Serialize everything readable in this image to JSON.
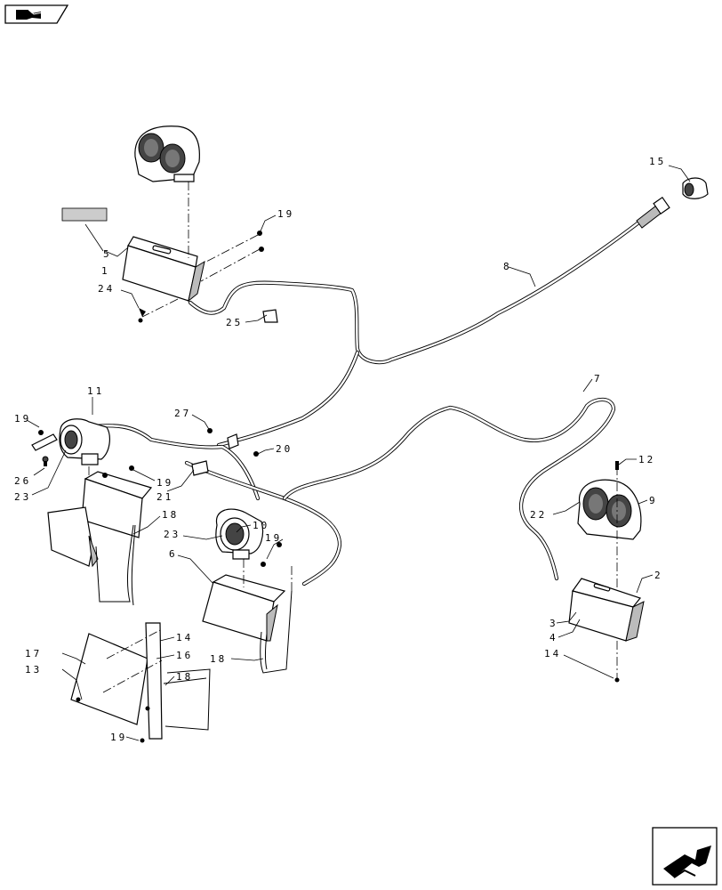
{
  "nav": {
    "prev_icon": "arrow-back-icon",
    "next_icon": "arrow-forward-icon"
  },
  "callouts": [
    {
      "id": "c15",
      "text": "15"
    },
    {
      "id": "c19a",
      "text": "19"
    },
    {
      "id": "c5",
      "text": "5"
    },
    {
      "id": "c1",
      "text": "1"
    },
    {
      "id": "c8",
      "text": "8"
    },
    {
      "id": "c24",
      "text": "24"
    },
    {
      "id": "c25",
      "text": "25"
    },
    {
      "id": "c11",
      "text": "11"
    },
    {
      "id": "c7",
      "text": "7"
    },
    {
      "id": "c19b",
      "text": "19"
    },
    {
      "id": "c27",
      "text": "27"
    },
    {
      "id": "c20",
      "text": "20"
    },
    {
      "id": "c26",
      "text": "26"
    },
    {
      "id": "c23a",
      "text": "23"
    },
    {
      "id": "c19c",
      "text": "19"
    },
    {
      "id": "c21",
      "text": "21"
    },
    {
      "id": "c12",
      "text": "12"
    },
    {
      "id": "c9",
      "text": "9"
    },
    {
      "id": "c22",
      "text": "22"
    },
    {
      "id": "c18a",
      "text": "18"
    },
    {
      "id": "c10",
      "text": "10"
    },
    {
      "id": "c23b",
      "text": "23"
    },
    {
      "id": "c19d",
      "text": "19"
    },
    {
      "id": "c6",
      "text": "6"
    },
    {
      "id": "c2",
      "text": "2"
    },
    {
      "id": "c3",
      "text": "3"
    },
    {
      "id": "c4",
      "text": "4"
    },
    {
      "id": "c14a",
      "text": "14"
    },
    {
      "id": "c17",
      "text": "17"
    },
    {
      "id": "c16",
      "text": "16"
    },
    {
      "id": "c13",
      "text": "13"
    },
    {
      "id": "c18b",
      "text": "18"
    },
    {
      "id": "c18c",
      "text": "18"
    },
    {
      "id": "c14b",
      "text": "14"
    },
    {
      "id": "c19e",
      "text": "19"
    }
  ]
}
